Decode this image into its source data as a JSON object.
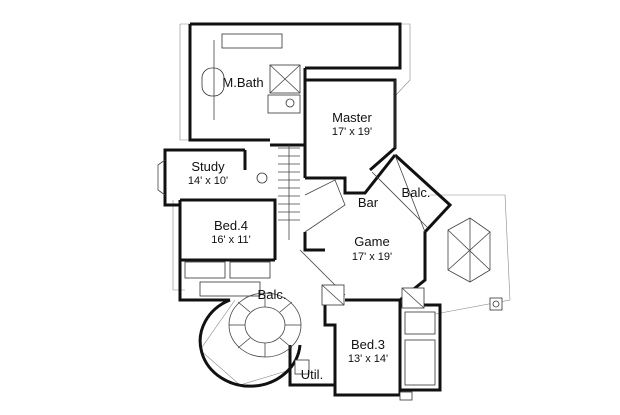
{
  "rooms": {
    "mbath": {
      "name": "M.Bath"
    },
    "master": {
      "name": "Master",
      "size": "17' x 19'"
    },
    "study": {
      "name": "Study",
      "size": "14' x 10'"
    },
    "bed4": {
      "name": "Bed.4",
      "size": "16' x 11'"
    },
    "game": {
      "name": "Game",
      "size": "17' x 19'"
    },
    "bed3": {
      "name": "Bed.3",
      "size": "13' x 14'"
    },
    "balc1": {
      "name": "Balc."
    },
    "balc2": {
      "name": "Balc."
    },
    "bar": {
      "name": "Bar"
    },
    "util": {
      "name": "Util."
    }
  }
}
